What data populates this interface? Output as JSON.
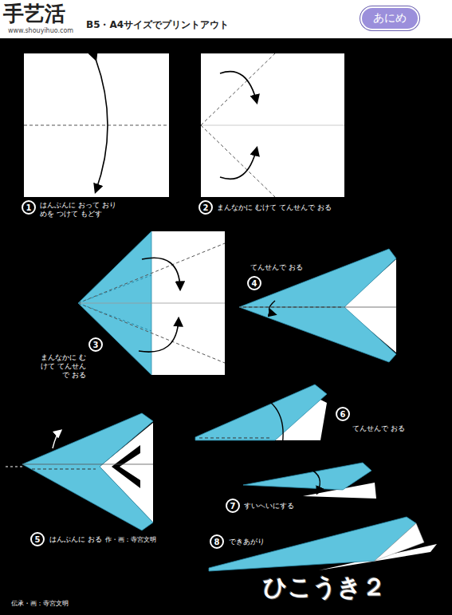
{
  "diagram": {
    "title": "ひこうき２",
    "nodes": [
      {
        "text": [
          "あにめ"
        ]
      },
      {
        "text": [
          "1"
        ]
      },
      {
        "text": [
          "2"
        ]
      },
      {
        "text": [
          "3"
        ]
      },
      {
        "text": [
          "4"
        ]
      },
      {
        "text": [
          "5"
        ]
      },
      {
        "text": [
          "6"
        ]
      },
      {
        "text": [
          "7"
        ]
      },
      {
        "text": [
          "8"
        ]
      }
    ],
    "labels": [
      "手艺活",
      "www.shouyihuo.com",
      "B5・A4サイズでプリントアウト",
      "はんぶんに おって おりめを つけて もどす",
      "まんなかに むけて てんせんで おる",
      "まんなかに むけて てんせんで おる",
      "てんせんで おる",
      "はんぶんに おる",
      "作・画：寺宮文明",
      "てんせんで おる",
      "すいへいにする",
      "できあがり",
      "伝承・画：寺宮文明"
    ]
  }
}
